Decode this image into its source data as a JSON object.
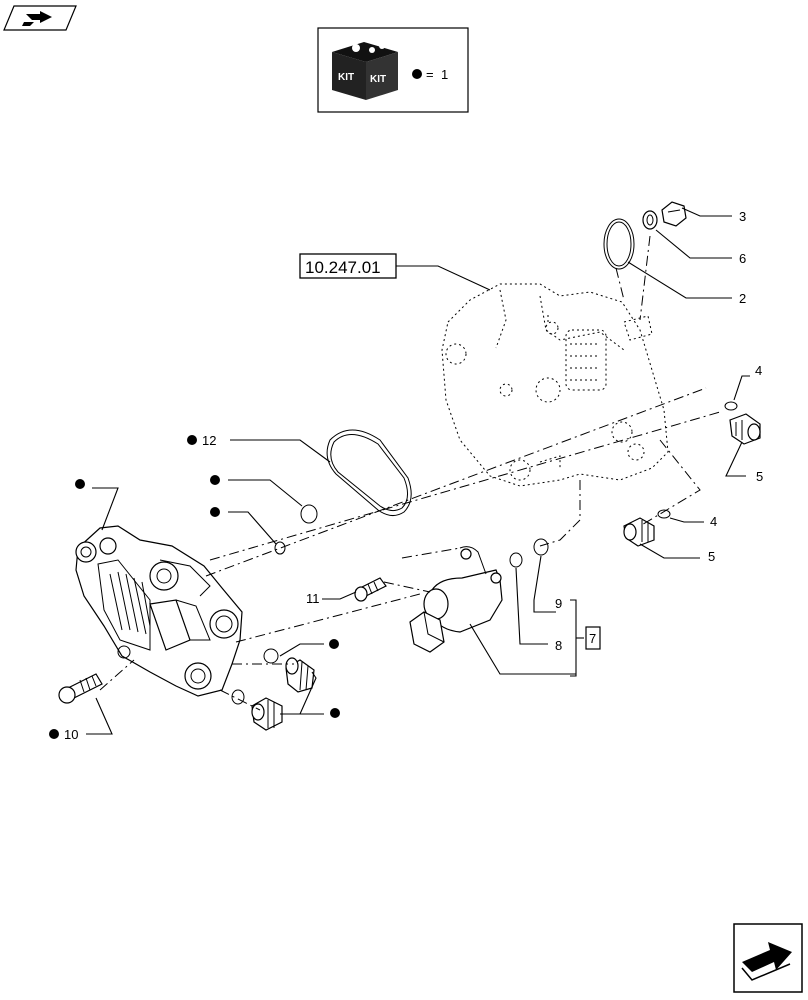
{
  "kit_legend": {
    "icon": "kit-box-icon",
    "box_text_left": "KIT",
    "box_text_right": "KIT",
    "equals": "=",
    "number": "1"
  },
  "reference_box": "10.247.01",
  "callouts": {
    "c1": "2",
    "c2": "3",
    "c3": "6",
    "c4": "4",
    "c5": "5",
    "c6": "4",
    "c7": "5",
    "c8": "12",
    "c9": "11",
    "c10": "9",
    "c11": "8",
    "c12": "7",
    "c13": "10"
  },
  "icons": {
    "top_left": "previous-page-arrow-icon",
    "bottom_right": "next-page-arrow-icon"
  }
}
